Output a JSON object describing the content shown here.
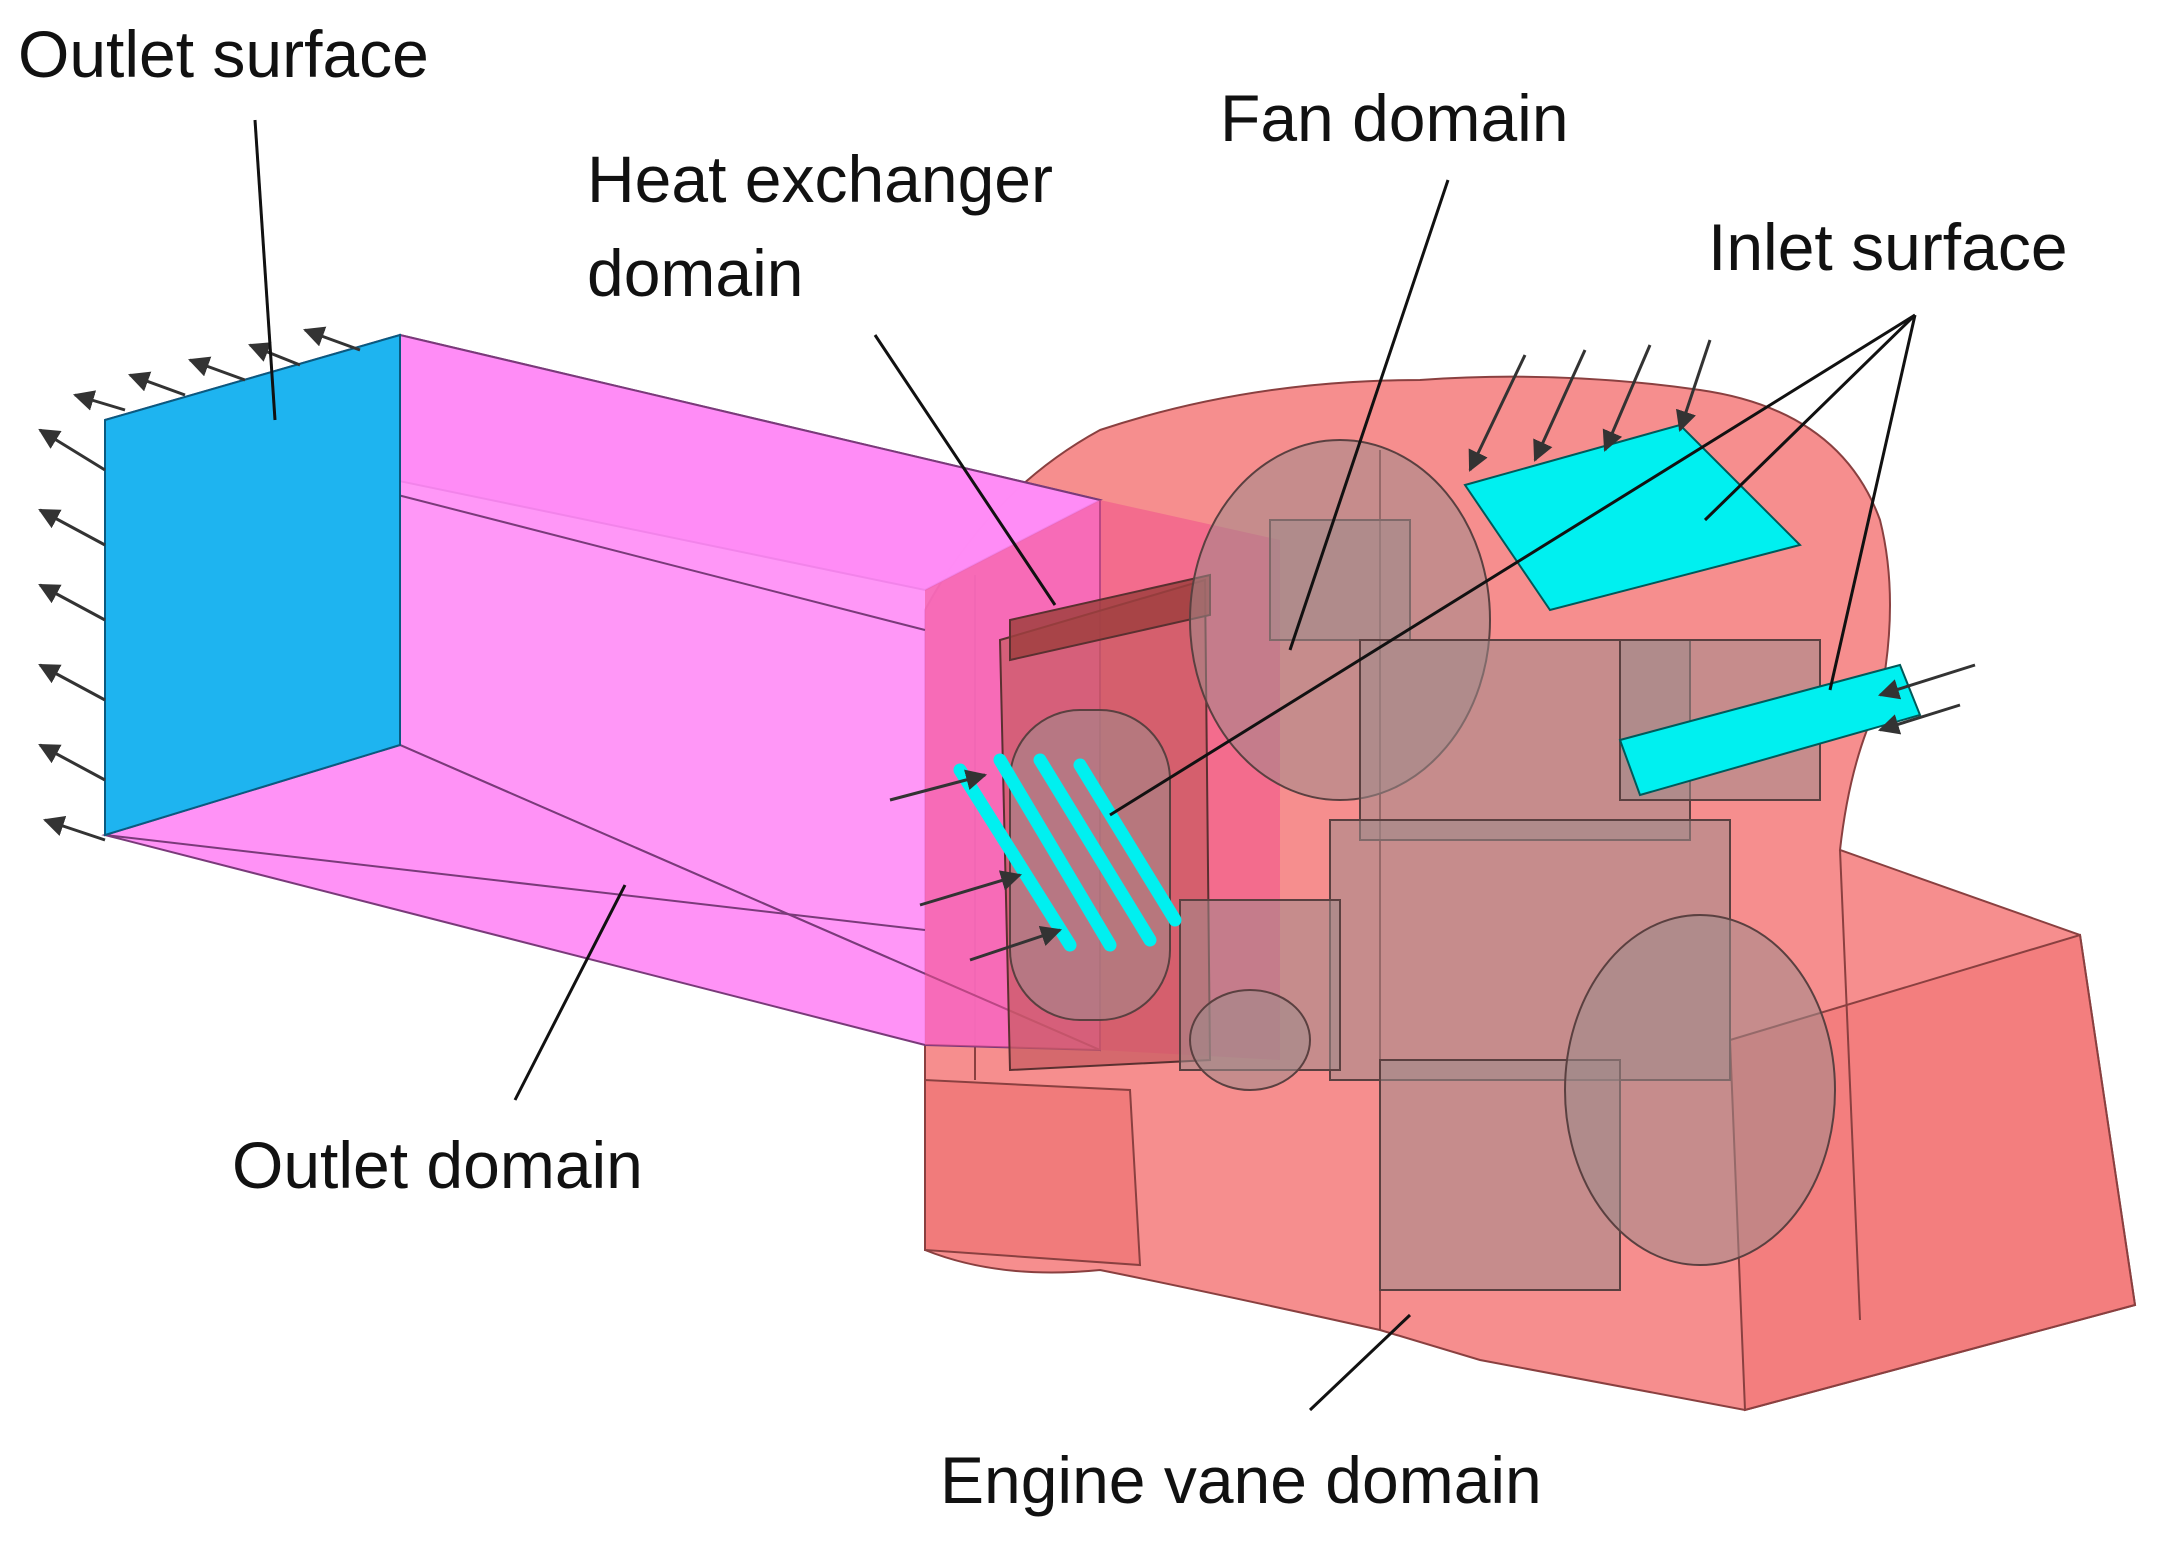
{
  "labels": {
    "outlet_surface": "Outlet surface",
    "heat_exchanger_line1": "Heat exchanger",
    "heat_exchanger_line2": "domain",
    "fan_domain": "Fan domain",
    "inlet_surface": "Inlet surface",
    "outlet_domain": "Outlet domain",
    "engine_vane_domain": "Engine vane domain"
  },
  "colors": {
    "outlet_surface": "#1EB4F0",
    "outlet_domain": "#FF8CF6",
    "engine_vane_domain": "#F57A7A",
    "inlet_surface": "#00F0F0",
    "leader_line": "#111111",
    "geometry_line": "#5a4040"
  }
}
